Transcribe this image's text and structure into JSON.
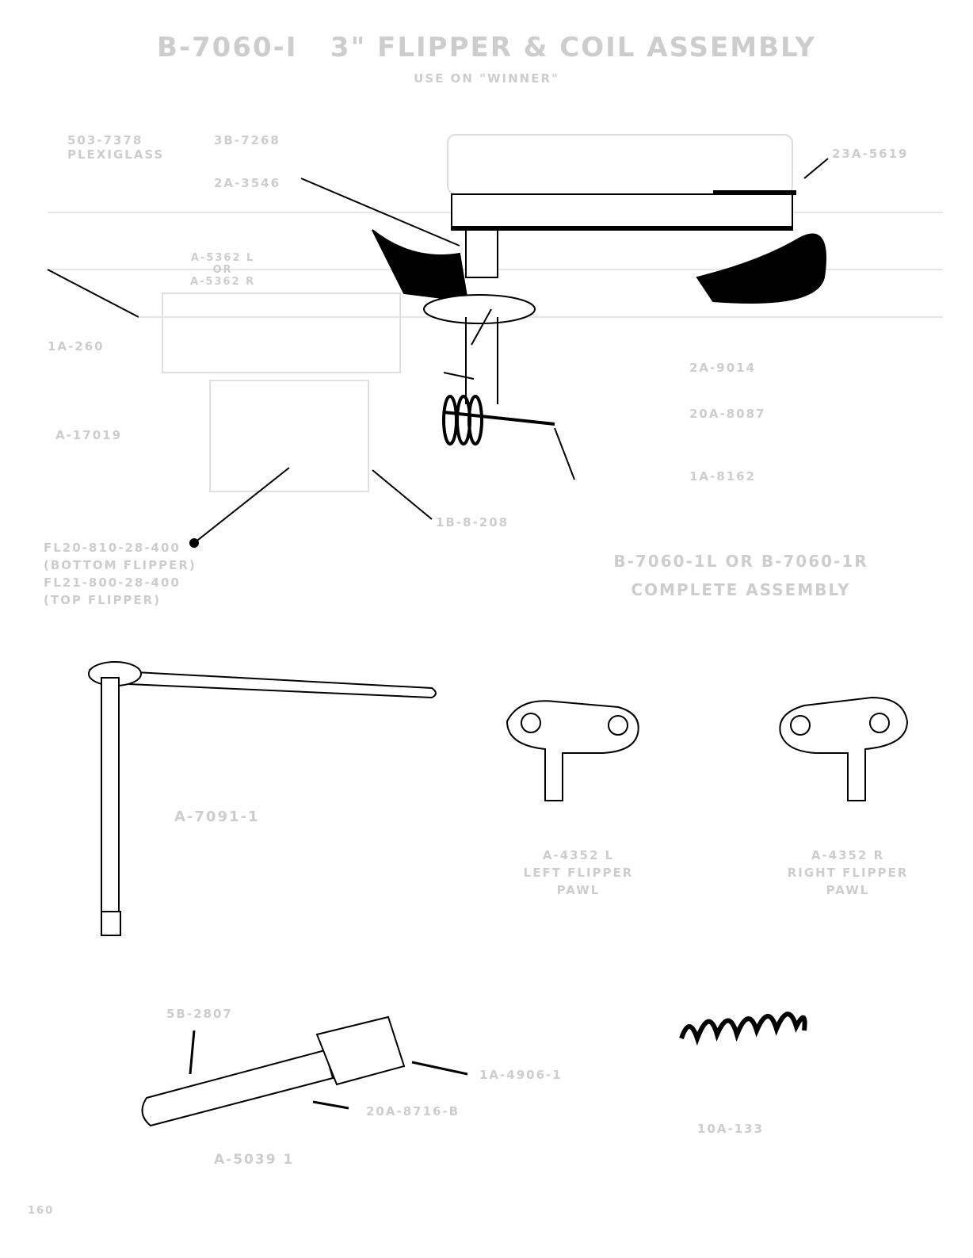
{
  "title": "B-7060-I   3\" FLIPPER & COIL ASSEMBLY",
  "subtitle": "USE ON \"WINNER\"",
  "labels": {
    "plexiglass": "503-7378\nPLEXIGLASS",
    "rubber": "3B-7268",
    "flipper": "23A-5619",
    "shaft_bushing": "2A-3546",
    "pawl_lr": "A-5362 L\nOR\nA-5362 R",
    "bracket": "1A-260",
    "plunger_stop": "2A-9014",
    "spring_pin": "20A-8087",
    "coil_bracket": "A-17019",
    "link": "1A-8162",
    "sleeve": "1B-8-208",
    "coil": "FL20-810-28-400\n(BOTTOM FLIPPER)\nFL21-800-28-400\n(TOP FLIPPER)",
    "complete": "B-7060-1L OR B-7060-1R\nCOMPLETE ASSEMBLY",
    "shaft": "A-7091-1",
    "left_pawl": "A-4352 L\nLEFT FLIPPER\nPAWL",
    "right_pawl": "A-4352 R\nRIGHT FLIPPER\nPAWL",
    "plunger_rod": "5B-2807",
    "plunger_link": "1A-4906-1",
    "roll_pin": "20A-8716-B",
    "plunger_assy": "A-5039 1",
    "spring": "10A-133"
  },
  "page_number": "160"
}
